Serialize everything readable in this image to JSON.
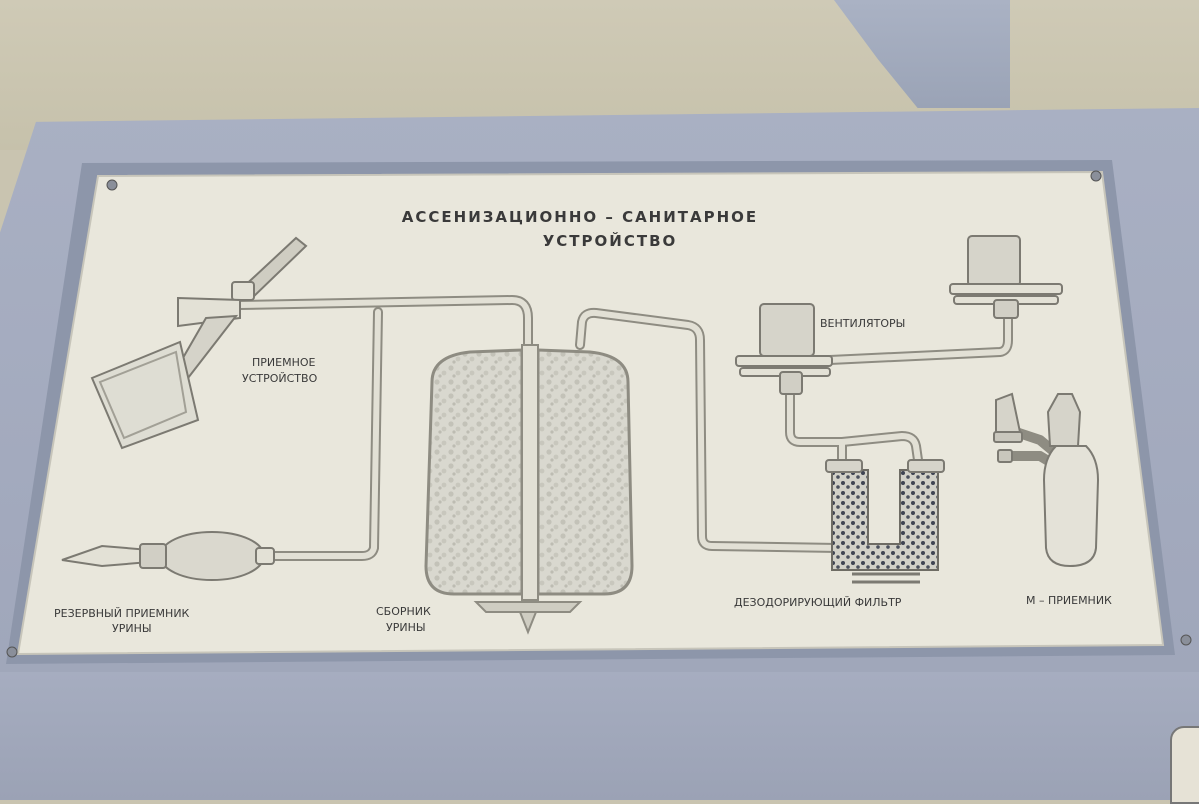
{
  "diagram": {
    "title_line1": "АССЕНИЗАЦИОННО – САНИТАРНОЕ",
    "title_line2": "УСТРОЙСТВО",
    "labels": {
      "receiving_device": [
        "ПРИЕМНОЕ",
        "УСТРОЙСТВО"
      ],
      "fans": "ВЕНТИЛЯТОРЫ",
      "reserve_receiver": [
        "РЕЗЕРВНЫЙ  ПРИЕМНИК",
        "УРИНЫ"
      ],
      "collector": [
        "СБОРНИК",
        "УРИНЫ"
      ],
      "deodorizing_filter": "ДЕЗОДОРИРУЮЩИЙ   ФИЛЬТР",
      "m_receiver": "М – ПРИЕМНИК"
    }
  },
  "colors": {
    "plate": "#e9e7dc",
    "plate_frame": "#8d96aa",
    "pipe": "#d8d6cb",
    "pipe_edge": "#8e8c82",
    "text": "#3a3a3a"
  }
}
